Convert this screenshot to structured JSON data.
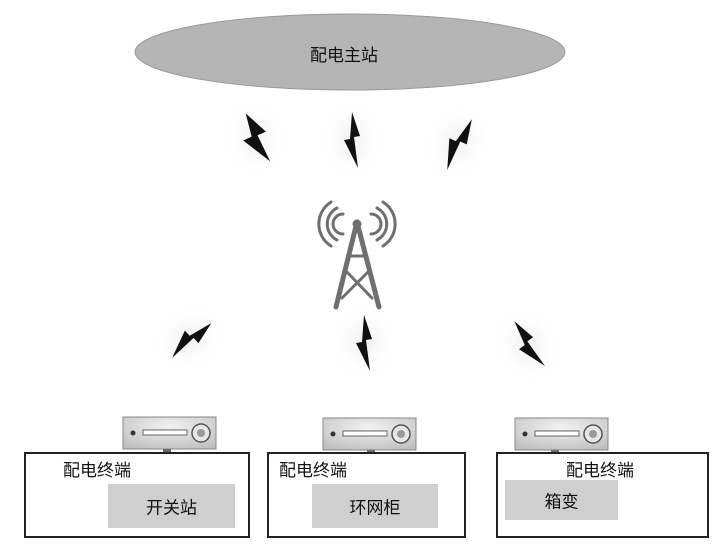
{
  "master_station": {
    "label": "配电主站"
  },
  "tower": {
    "icon": "radio-tower-icon"
  },
  "links": {
    "icon": "lightning-bolt-icon"
  },
  "stations": [
    {
      "terminal_label": "配电终端",
      "site_label": "开关站",
      "terminal_icon": "terminal-device-icon"
    },
    {
      "terminal_label": "配电终端",
      "site_label": "环网柜",
      "terminal_icon": "terminal-device-icon"
    },
    {
      "terminal_label": "配电终端",
      "site_label": "箱变",
      "terminal_icon": "terminal-device-icon"
    }
  ],
  "colors": {
    "ellipse": "#b5b5b5",
    "bolt": "#111111",
    "tower": "#6f6f6f",
    "site_fill": "#cfcfcf",
    "device": "#c8c8c8"
  }
}
